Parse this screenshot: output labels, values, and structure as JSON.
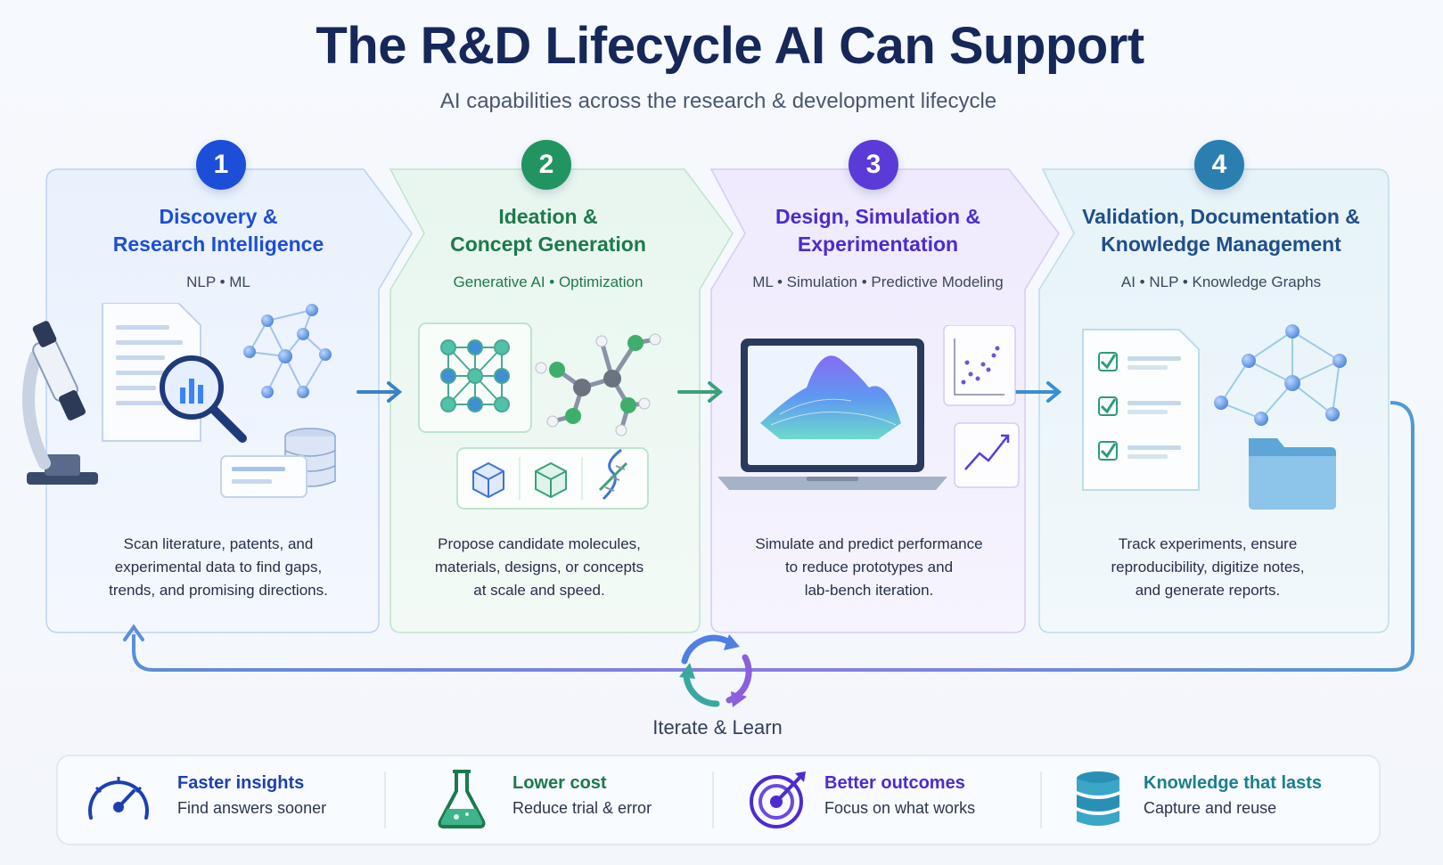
{
  "title": "The R&D Lifecycle AI Can Support",
  "subtitle": "AI capabilities across the research & development lifecycle",
  "stages": [
    {
      "number": "1",
      "title_line1": "Discovery &",
      "title_line2": "Research Intelligence",
      "tags": "NLP • ML",
      "desc_lines": [
        "Scan literature, patents, and",
        "experimental data to find gaps,",
        "trends, and promising directions."
      ],
      "color": "#1d4ed8"
    },
    {
      "number": "2",
      "title_line1": "Ideation &",
      "title_line2": "Concept Generation",
      "tags": "Generative AI • Optimization",
      "desc_lines": [
        "Propose candidate molecules,",
        "materials, designs, or concepts",
        "at scale and speed."
      ],
      "color": "#1b7a4c"
    },
    {
      "number": "3",
      "title_line1": "Design, Simulation &",
      "title_line2": "Experimentation",
      "tags": "ML • Simulation • Predictive Modeling",
      "desc_lines": [
        "Simulate and predict performance",
        "to reduce prototypes and",
        "lab-bench iteration."
      ],
      "color": "#4c2bd0"
    },
    {
      "number": "4",
      "title_line1": "Validation, Documentation &",
      "title_line2": "Knowledge Management",
      "tags": "AI • NLP • Knowledge Graphs",
      "desc_lines": [
        "Track experiments, ensure",
        "reproducibility, digitize notes,",
        "and generate reports."
      ],
      "color": "#1e4f8a"
    }
  ],
  "iterate_label": "Iterate & Learn",
  "benefits": [
    {
      "title": "Faster insights",
      "subtitle": "Find answers sooner",
      "icon": "speedometer-icon",
      "color": "#1d3fb0"
    },
    {
      "title": "Lower cost",
      "subtitle": "Reduce trial & error",
      "icon": "flask-icon",
      "color": "#1b7a4c"
    },
    {
      "title": "Better outcomes",
      "subtitle": "Focus on what works",
      "icon": "target-icon",
      "color": "#4c2bd0"
    },
    {
      "title": "Knowledge that lasts",
      "subtitle": "Capture and reuse",
      "icon": "database-icon",
      "color": "#1a7f8f"
    }
  ]
}
